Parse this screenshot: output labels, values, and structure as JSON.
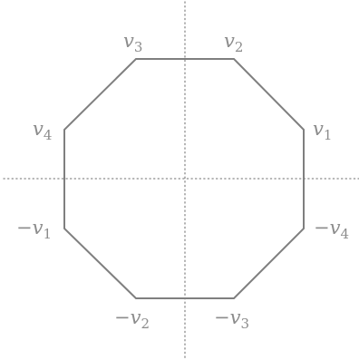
{
  "colors": {
    "polygon_stroke": "#7f7f7f",
    "label_text": "#8c8c8c",
    "axis": "#8a8a8a"
  },
  "vertices": [
    {
      "id": "v1",
      "sign": "",
      "symbol": "v",
      "index": "1"
    },
    {
      "id": "v2",
      "sign": "",
      "symbol": "v",
      "index": "2"
    },
    {
      "id": "v3",
      "sign": "",
      "symbol": "v",
      "index": "3"
    },
    {
      "id": "v4",
      "sign": "",
      "symbol": "v",
      "index": "4"
    },
    {
      "id": "neg-v1",
      "sign": "−",
      "symbol": "v",
      "index": "1"
    },
    {
      "id": "neg-v2",
      "sign": "−",
      "symbol": "v",
      "index": "2"
    },
    {
      "id": "neg-v3",
      "sign": "−",
      "symbol": "v",
      "index": "3"
    },
    {
      "id": "neg-v4",
      "sign": "−",
      "symbol": "v",
      "index": "4"
    }
  ]
}
